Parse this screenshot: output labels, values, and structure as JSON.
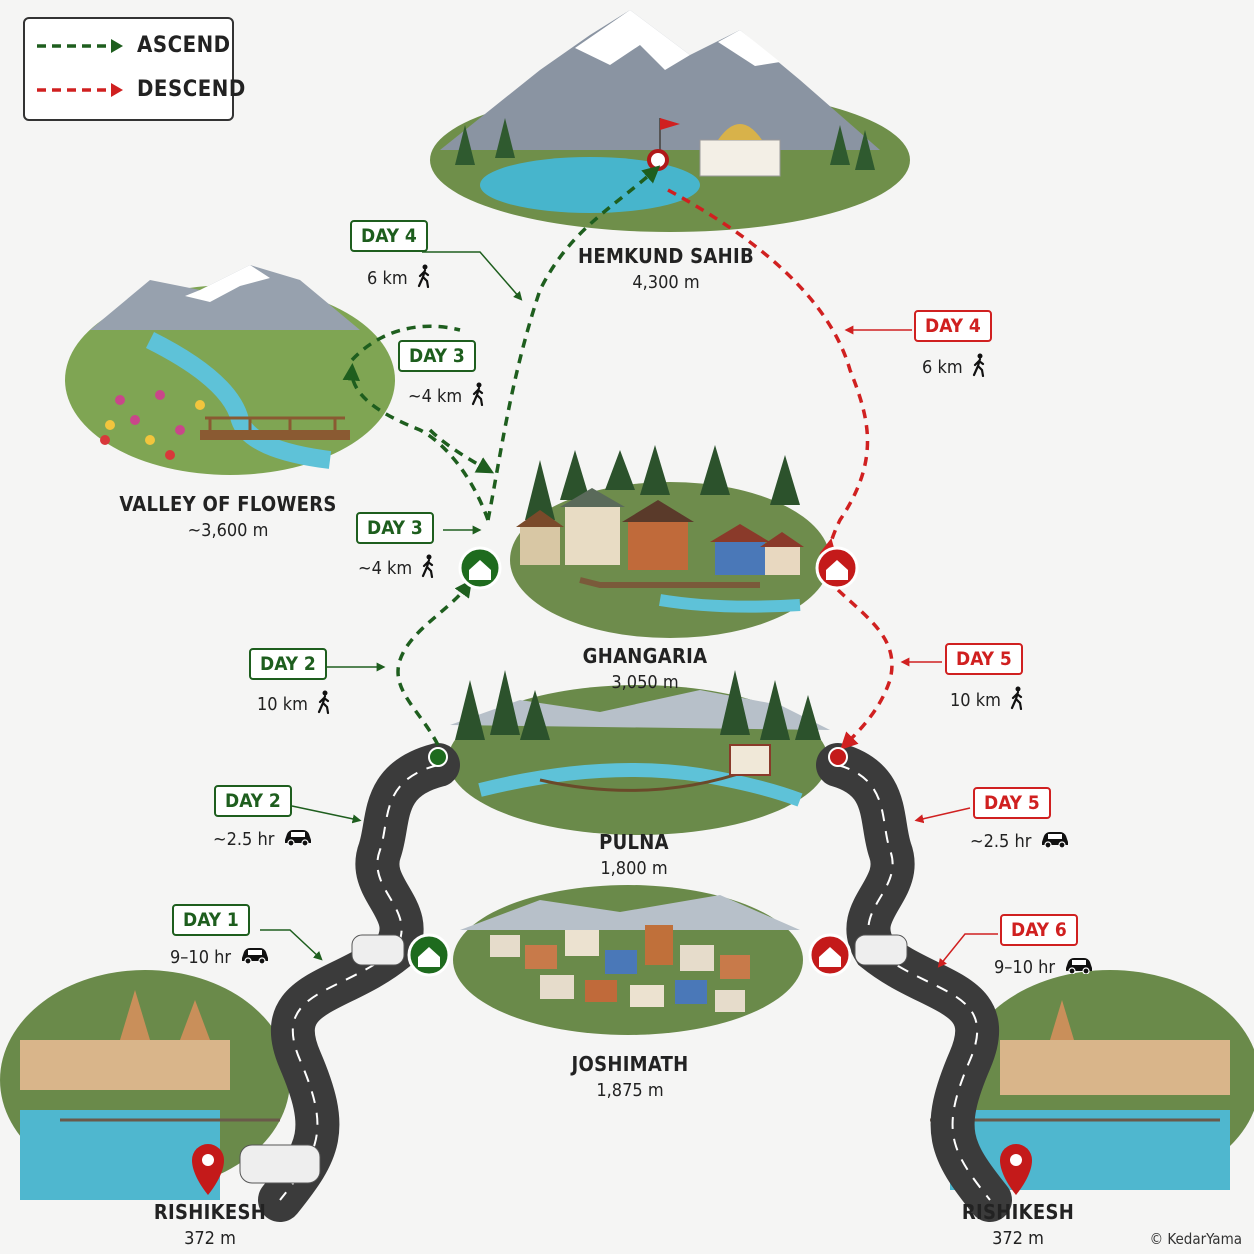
{
  "legend": {
    "ascend_label": "ASCEND",
    "descend_label": "DESCEND",
    "ascend_color": "#1e5e1e",
    "descend_color": "#d02020"
  },
  "places": {
    "hemkund": {
      "name": "HEMKUND SAHIB",
      "altitude": "4,300 m"
    },
    "valley": {
      "name": "VALLEY OF FLOWERS",
      "altitude": "~3,600 m"
    },
    "ghangaria": {
      "name": "GHANGARIA",
      "altitude": "3,050 m"
    },
    "pulna": {
      "name": "PULNA",
      "altitude": "1,800 m"
    },
    "joshimath": {
      "name": "JOSHIMATH",
      "altitude": "1,875 m"
    },
    "rishikesh_start": {
      "name": "RISHIKESH",
      "altitude": "372 m"
    },
    "rishikesh_end": {
      "name": "RISHIKESH",
      "altitude": "372 m"
    }
  },
  "ascend_days": [
    {
      "day": "DAY 4",
      "info": "6 km",
      "mode": "walk-icon"
    },
    {
      "day": "DAY 3",
      "info": "~4 km",
      "mode": "walk-icon"
    },
    {
      "day": "DAY 3",
      "info": "~4 km",
      "mode": "walk-icon"
    },
    {
      "day": "DAY 2",
      "info": "10 km",
      "mode": "walk-icon"
    },
    {
      "day": "DAY 2",
      "info": "~2.5 hr",
      "mode": "car-icon"
    },
    {
      "day": "DAY 1",
      "info": "9–10 hr",
      "mode": "car-icon"
    }
  ],
  "descend_days": [
    {
      "day": "DAY 4",
      "info": "6 km",
      "mode": "walk-icon"
    },
    {
      "day": "DAY 5",
      "info": "10 km",
      "mode": "walk-icon"
    },
    {
      "day": "DAY 5",
      "info": "~2.5 hr",
      "mode": "car-icon"
    },
    {
      "day": "DAY 6",
      "info": "9–10 hr",
      "mode": "car-icon"
    }
  ],
  "credit": "© KedarYama"
}
